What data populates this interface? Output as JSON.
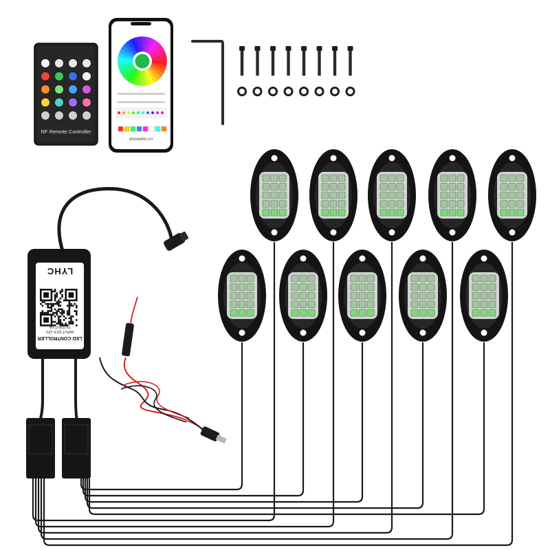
{
  "remote": {
    "label": "RF Remote Controller",
    "button_colors": [
      "#f2f2f2",
      "#e8e8e8",
      "#e8e8e8",
      "#e8e8e8",
      "#e84545",
      "#3fc25a",
      "#3d6fe0",
      "#f0f0f0",
      "#ff8a2a",
      "#7de07d",
      "#4aa0ff",
      "#d05cd8",
      "#ffd23a",
      "#55d0c8",
      "#9a6bff",
      "#ff6fb0",
      "#cfcfcf",
      "#cfcfcf",
      "#cfcfcf",
      "#cfcfcf"
    ]
  },
  "phone": {
    "footer": "doowello.cn",
    "swatch_colors": [
      "#ff2d2d",
      "#ffd400",
      "#2dff5a",
      "#2d8bff",
      "#ff2dd8",
      "#ffffff",
      "#2dffff",
      "#ff8a00"
    ]
  },
  "controller": {
    "label": "LED CONTROLLER",
    "input_spec": "INPUT DC5-12V",
    "output_spec": "OUTPUT 6A",
    "brand": "LYHC"
  },
  "kit": {
    "screw_count": 8,
    "pod_count": 10,
    "led_color": "#7fd97a"
  }
}
